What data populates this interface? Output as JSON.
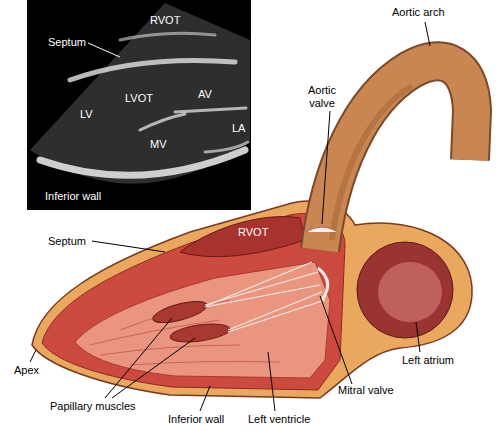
{
  "diagram": {
    "labels": [
      "RVOT",
      "Septum",
      "AV",
      "LVOT",
      "LV",
      "LA",
      "MV",
      "Inferior wall",
      "Aortic arch",
      "Aortic valve",
      "RVOT",
      "Septum",
      "Left atrium",
      "Apex",
      "Papillary muscles",
      "Inferior wall",
      "Left ventricle",
      "Mitral valve"
    ]
  }
}
